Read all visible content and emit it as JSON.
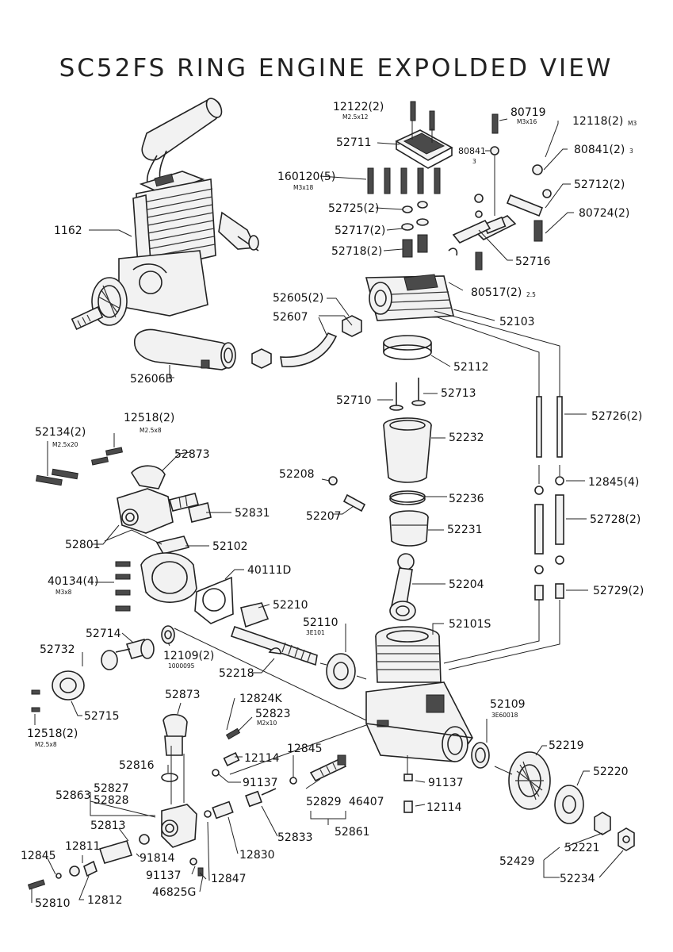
{
  "title": "SC52FS RING ENGINE EXPOLDED VIEW",
  "parts": [
    {
      "label": "12122(2)",
      "sub": "M2.5x12"
    },
    {
      "label": "80719",
      "sub": "M3x16"
    },
    {
      "label": "12118(2)",
      "sub": "M3"
    },
    {
      "label": "52711"
    },
    {
      "label": "80841",
      "sub": "3"
    },
    {
      "label": "80841(2)",
      "sub": "3"
    },
    {
      "label": "160120(5)",
      "sub": "M3x18"
    },
    {
      "label": "52712(2)"
    },
    {
      "label": "52725(2)"
    },
    {
      "label": "80724(2)"
    },
    {
      "label": "52717(2)"
    },
    {
      "label": "1162"
    },
    {
      "label": "52718(2)"
    },
    {
      "label": "52716"
    },
    {
      "label": "80517(2)",
      "sub": "2.5"
    },
    {
      "label": "52605(2)"
    },
    {
      "label": "52607"
    },
    {
      "label": "52103"
    },
    {
      "label": "52112"
    },
    {
      "label": "52606B"
    },
    {
      "label": "52710"
    },
    {
      "label": "52713"
    },
    {
      "label": "52726(2)"
    },
    {
      "label": "12518(2)",
      "sub": "M2.5x8"
    },
    {
      "label": "52134(2)",
      "sub": "M2.5x20"
    },
    {
      "label": "52232"
    },
    {
      "label": "52873"
    },
    {
      "label": "52208"
    },
    {
      "label": "12845(4)"
    },
    {
      "label": "52236"
    },
    {
      "label": "52831"
    },
    {
      "label": "52207"
    },
    {
      "label": "52728(2)"
    },
    {
      "label": "52231"
    },
    {
      "label": "52801"
    },
    {
      "label": "52102"
    },
    {
      "label": "40111D"
    },
    {
      "label": "40134(4)",
      "sub": "M3x8"
    },
    {
      "label": "52204"
    },
    {
      "label": "52729(2)"
    },
    {
      "label": "52210"
    },
    {
      "label": "52110",
      "sub": "3E101"
    },
    {
      "label": "52101S"
    },
    {
      "label": "52714"
    },
    {
      "label": "52732"
    },
    {
      "label": "12109(2)",
      "sub": "1000095"
    },
    {
      "label": "52218"
    },
    {
      "label": "52715"
    },
    {
      "label": "52873"
    },
    {
      "label": "12824K"
    },
    {
      "label": "52823",
      "sub": "M2x10"
    },
    {
      "label": "52109",
      "sub": "3E60018"
    },
    {
      "label": "12518(2)",
      "sub": "M2.5x8"
    },
    {
      "label": "52219"
    },
    {
      "label": "12845"
    },
    {
      "label": "52816"
    },
    {
      "label": "12114"
    },
    {
      "label": "91137"
    },
    {
      "label": "52220"
    },
    {
      "label": "52827"
    },
    {
      "label": "52863"
    },
    {
      "label": "52828"
    },
    {
      "label": "91137"
    },
    {
      "label": "52829"
    },
    {
      "label": "46407"
    },
    {
      "label": "12114"
    },
    {
      "label": "52813"
    },
    {
      "label": "52861"
    },
    {
      "label": "52833"
    },
    {
      "label": "12811"
    },
    {
      "label": "12845"
    },
    {
      "label": "91814"
    },
    {
      "label": "12830"
    },
    {
      "label": "52221"
    },
    {
      "label": "52429"
    },
    {
      "label": "91137"
    },
    {
      "label": "12847"
    },
    {
      "label": "52234"
    },
    {
      "label": "46825G"
    },
    {
      "label": "52810"
    },
    {
      "label": "12812"
    }
  ]
}
